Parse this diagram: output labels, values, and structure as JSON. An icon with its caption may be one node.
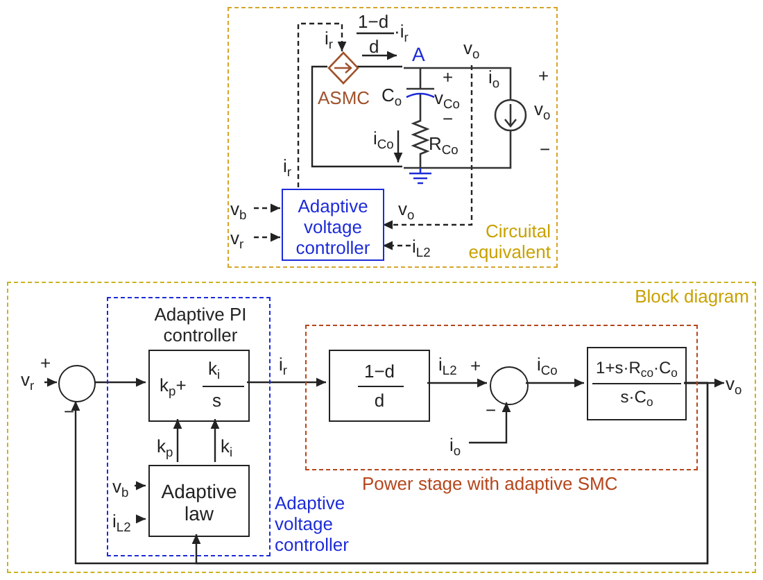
{
  "diagram": {
    "nodes": [
      {
        "text": [
          "Circuital equivalent"
        ]
      },
      {
        "text": [
          "ASMC"
        ],
        "in": 0
      },
      {
        "text": [
          "Adaptive voltage controller"
        ],
        "in": 0
      },
      {
        "text": [
          "v$_{b}$"
        ],
        "in": 0
      },
      {
        "text": [
          "v$_{r}$"
        ],
        "in": 0
      },
      {
        "text": [
          "i$_{L2}$"
        ],
        "in": 0
      },
      {
        "text": [
          "Block diagram"
        ]
      },
      {
        "text": [
          "v$_{r}$"
        ],
        "in": 6
      },
      {
        "text": [],
        "shape": "circle",
        "in": 6
      },
      {
        "text": [
          "Adaptive voltage controller"
        ],
        "in": 6
      },
      {
        "text": [
          "Adaptive PI controller",
          "k$_{p}$+",
          "k$_{i}$",
          "s"
        ],
        "in": 9
      },
      {
        "text": [
          "Adaptive law"
        ],
        "in": 9
      },
      {
        "text": [
          "v$_{b}$"
        ],
        "in": 9
      },
      {
        "text": [
          "i$_{L2}$"
        ],
        "in": 9
      },
      {
        "text": [
          "Power stage with adaptive SMC"
        ],
        "in": 6
      },
      {
        "text": [
          "1−d",
          "d"
        ],
        "in": 14
      },
      {
        "text": [],
        "shape": "circle",
        "in": 14
      },
      {
        "text": [
          "i$_{o}$"
        ],
        "in": 14
      },
      {
        "text": [
          "1+s·R$_{co}$·C$_{o}$",
          "s·C$_{o}$"
        ],
        "in": 14
      },
      {
        "text": [
          "v$_{o}$"
        ],
        "in": 6
      },
      {
        "text": [],
        "shape": "picture",
        "in": 0
      }
    ],
    "edges": [
      {
        "from": 2,
        "to": 1,
        "arrow": "to",
        "style": "dashed",
        "label": "i$_{r}$"
      },
      {
        "from": 20,
        "to": 2,
        "arrow": "to",
        "style": "dashed",
        "label": "v$_{o}$"
      },
      {
        "from": 3,
        "to": 2,
        "arrow": "to",
        "style": "dashed"
      },
      {
        "from": 4,
        "to": 2,
        "arrow": "to",
        "style": "dashed"
      },
      {
        "from": 5,
        "to": 2,
        "arrow": "to",
        "style": "dashed"
      },
      {
        "from": 7,
        "to": 8,
        "arrow": "to"
      },
      {
        "from": 8,
        "to": 10,
        "arrow": "to"
      },
      {
        "from": 10,
        "to": 15,
        "arrow": "to",
        "label": "i$_{r}$"
      },
      {
        "from": 15,
        "to": 16,
        "arrow": "to",
        "label": "i$_{L2}$"
      },
      {
        "from": 17,
        "to": 16,
        "arrow": "to"
      },
      {
        "from": 16,
        "to": 18,
        "arrow": "to",
        "label": "i$_{Co}$"
      },
      {
        "from": 18,
        "to": 19,
        "arrow": "to"
      },
      {
        "from": 18,
        "to": 8,
        "arrow": "to"
      },
      {
        "from": 18,
        "to": 11,
        "arrow": "to"
      },
      {
        "from": 11,
        "to": 10,
        "arrow": "to",
        "label": "k$_{p}$"
      },
      {
        "from": 11,
        "to": 10,
        "arrow": "to",
        "label": "k$_{i}$"
      },
      {
        "from": 12,
        "to": 11,
        "arrow": "to"
      },
      {
        "from": 13,
        "to": 11,
        "arrow": "to"
      },
      {
        "from": 1,
        "to": 20,
        "arrow": "none"
      },
      {
        "from": 1,
        "to": 20,
        "arrow": "none"
      }
    ],
    "labels": [
      "i$_{r}$",
      "1−d",
      "d",
      "·i$_{r}$",
      "A",
      "v$_{o}$",
      "+",
      "C$_{o}$",
      "v$_{Co}$",
      "−",
      "i$_{Co}$",
      "R$_{Co}$",
      "i$_{o}$",
      "+",
      "v$_{o}$",
      "−",
      "+",
      "−",
      "+",
      "−"
    ]
  }
}
